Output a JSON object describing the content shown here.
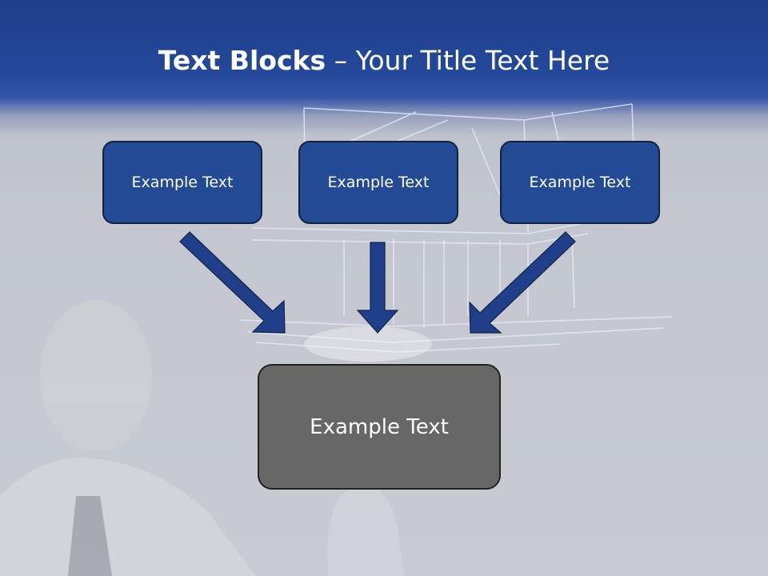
{
  "title": {
    "bold": "Text Blocks",
    "separator": " – ",
    "rest": "Your Title Text Here"
  },
  "blocks": {
    "top": [
      {
        "label": "Example Text"
      },
      {
        "label": "Example Text"
      },
      {
        "label": "Example Text"
      }
    ],
    "bottom": {
      "label": "Example Text"
    }
  },
  "colors": {
    "header": "#24489a",
    "top_block_fill": "#234a95",
    "bottom_block_fill": "#676767",
    "arrow": "#1f3f8a"
  }
}
